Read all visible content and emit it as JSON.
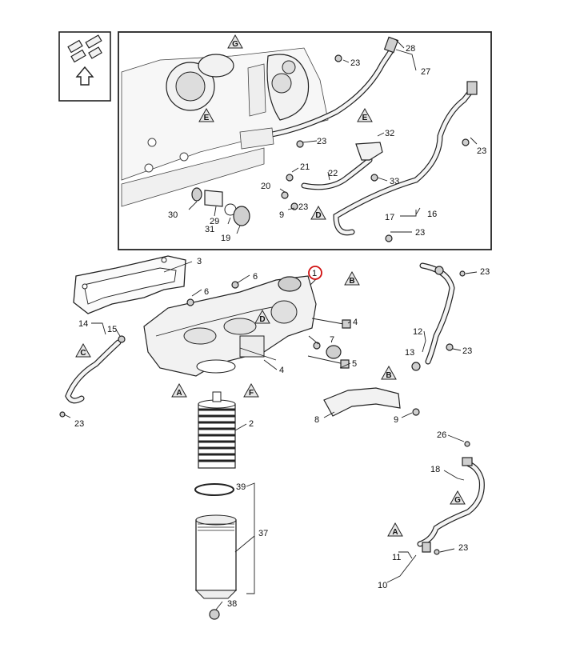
{
  "callouts": {
    "c1": "1",
    "c2": "2",
    "c3": "3",
    "c4a": "4",
    "c4b": "4",
    "c5": "5",
    "c6a": "6",
    "c6b": "6",
    "c7": "7",
    "c8": "8",
    "c9a": "9",
    "c9b": "9",
    "c10": "10",
    "c11": "11",
    "c12": "12",
    "c13": "13",
    "c14": "14",
    "c15": "15",
    "c16": "16",
    "c17": "17",
    "c18": "18",
    "c19": "19",
    "c20": "20",
    "c21": "21",
    "c22": "22",
    "c23a": "23",
    "c23b": "23",
    "c23c": "23",
    "c23d": "23",
    "c23e": "23",
    "c23f": "23",
    "c23g": "23",
    "c23h": "23",
    "c23i": "23",
    "c24": "26",
    "c27": "27",
    "c28": "28",
    "c29": "29",
    "c30": "30",
    "c31": "31",
    "c32": "32",
    "c33": "33",
    "c37": "37",
    "c38": "38",
    "c39": "39"
  },
  "markers": {
    "mA1": "A",
    "mA2": "A",
    "mB1": "B",
    "mB2": "B",
    "mC": "C",
    "mD1": "D",
    "mD2": "D",
    "mE1": "E",
    "mE2": "E",
    "mF": "F",
    "mG1": "G",
    "mG2": "G"
  },
  "highlight": {
    "color": "#d01010"
  }
}
